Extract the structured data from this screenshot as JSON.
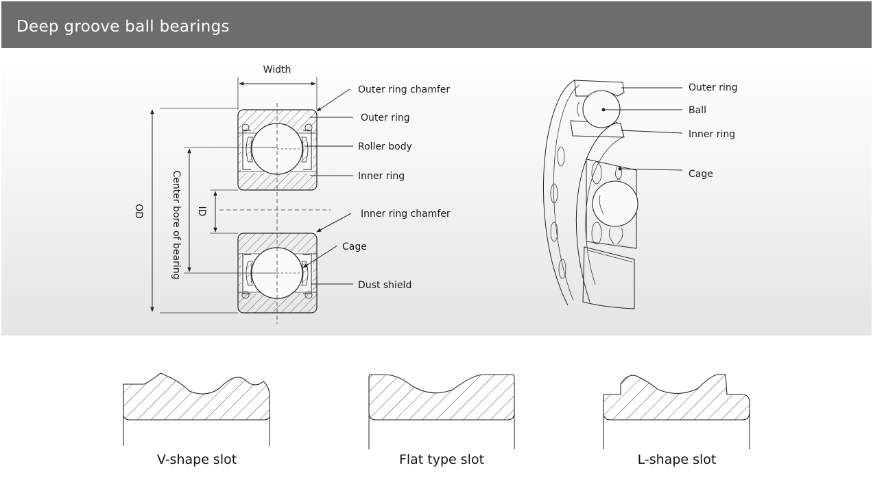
{
  "header": {
    "title": "Deep groove ball bearings"
  },
  "section_view": {
    "dimensions": {
      "width": "Width",
      "od": "OD",
      "id": "ID",
      "center_bore": "Center bore of bearing"
    },
    "labels": {
      "outer_ring_chamfer": "Outer ring chamfer",
      "outer_ring": "Outer ring",
      "roller_body": "Roller body",
      "inner_ring": "Inner ring",
      "inner_ring_chamfer": "Inner ring chamfer",
      "cage": "Cage",
      "dust_shield": "Dust shield"
    }
  },
  "cutaway_view": {
    "labels": {
      "outer_ring": "Outer ring",
      "ball": "Ball",
      "inner_ring": "Inner ring",
      "cage": "Cage"
    }
  },
  "slot_types": [
    {
      "caption": "V-shape slot"
    },
    {
      "caption": "Flat type slot"
    },
    {
      "caption": "L-shape slot"
    }
  ]
}
